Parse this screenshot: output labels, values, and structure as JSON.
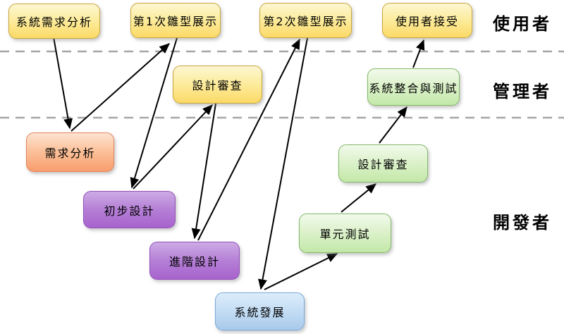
{
  "lanes": [
    {
      "id": "user",
      "label": "使用者"
    },
    {
      "id": "manager",
      "label": "管理者"
    },
    {
      "id": "developer",
      "label": "開發者"
    }
  ],
  "nodes": {
    "sys_req": {
      "label": "系統需求分析",
      "color": "yellow",
      "lane": "使用者"
    },
    "proto1": {
      "label": "第1次雛型展示",
      "color": "yellow",
      "lane": "使用者"
    },
    "proto2": {
      "label": "第2次雛型展示",
      "color": "yellow",
      "lane": "使用者"
    },
    "user_accept": {
      "label": "使用者接受",
      "color": "yellow",
      "lane": "使用者"
    },
    "design_review_mgr": {
      "label": "設計審查",
      "color": "yellow",
      "lane": "管理者"
    },
    "integration_test": {
      "label": "系統整合與測試",
      "color": "green",
      "lane": "管理者"
    },
    "req_analysis": {
      "label": "需求分析",
      "color": "orange",
      "lane": "開發者"
    },
    "prelim_design": {
      "label": "初步設計",
      "color": "purple",
      "lane": "開發者"
    },
    "adv_design": {
      "label": "進階設計",
      "color": "purple",
      "lane": "開發者"
    },
    "sys_dev": {
      "label": "系統發展",
      "color": "blue",
      "lane": "開發者"
    },
    "unit_test": {
      "label": "單元測試",
      "color": "green",
      "lane": "開發者"
    },
    "design_review_dev": {
      "label": "設計審查",
      "color": "green",
      "lane": "開發者"
    }
  },
  "flow": [
    {
      "from": "系統需求分析",
      "to": "需求分析"
    },
    {
      "from": "需求分析",
      "to": "第1次雛型展示"
    },
    {
      "from": "第1次雛型展示",
      "to": "初步設計"
    },
    {
      "from": "初步設計",
      "to": "設計審查 (管理者)"
    },
    {
      "from": "設計審查 (管理者)",
      "to": "進階設計"
    },
    {
      "from": "進階設計",
      "to": "第2次雛型展示"
    },
    {
      "from": "第2次雛型展示",
      "to": "系統發展"
    },
    {
      "from": "系統發展",
      "to": "單元測試"
    },
    {
      "from": "單元測試",
      "to": "設計審查 (開發者)"
    },
    {
      "from": "設計審查 (開發者)",
      "to": "系統整合與測試"
    },
    {
      "from": "系統整合與測試",
      "to": "使用者接受"
    }
  ],
  "colors": {
    "yellow_fill_top": "#fdf6d2",
    "yellow_fill_bottom": "#fbd967",
    "yellow_border": "#c9a53b",
    "green_fill_top": "#f2faec",
    "green_fill_bottom": "#c3e8a9",
    "green_border": "#84b869",
    "orange_fill_top": "#fde3d1",
    "orange_fill_bottom": "#f99d6e",
    "orange_border": "#e2855b",
    "purple_fill_top": "#cdabe5",
    "purple_fill_bottom": "#a763cc",
    "purple_border": "#9150b8",
    "blue_fill_top": "#dcedfb",
    "blue_fill_bottom": "#a9caeb",
    "blue_border": "#79a9d9",
    "arrow": "#000000",
    "lane_divider": "#a6a6a6",
    "background": "#ffffff"
  }
}
